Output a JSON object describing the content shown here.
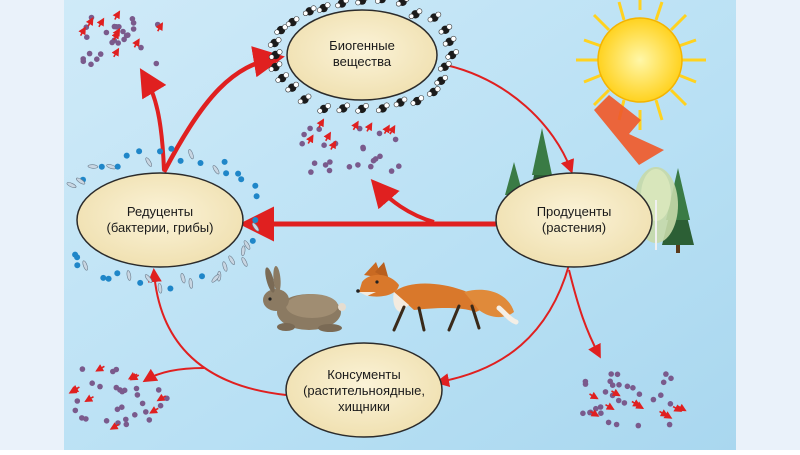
{
  "diagram": {
    "nodes": {
      "biogenic": {
        "line1": "Биогенные",
        "line2": "вещества"
      },
      "producers": {
        "line1": "Продуценты",
        "line2": "(растения)"
      },
      "reducers": {
        "line1": "Редуценты",
        "line2": "(бактерии, грибы)"
      },
      "consumers": {
        "line1": "Консументы",
        "line2": "(растительноядные,",
        "line3": "хищники"
      }
    },
    "icons": [
      "sun-icon",
      "tree-icon",
      "rabbit-icon",
      "fox-icon",
      "bacteria-icon",
      "molecule-icon",
      "particle-icon"
    ],
    "colors": {
      "background": "#bfe3f5",
      "node_fill": "#f6ebc4",
      "arrow": "#e02020",
      "sun": "#ffd21f",
      "particle": "#7a5a8c",
      "bacteria": "#1f86c8"
    }
  }
}
